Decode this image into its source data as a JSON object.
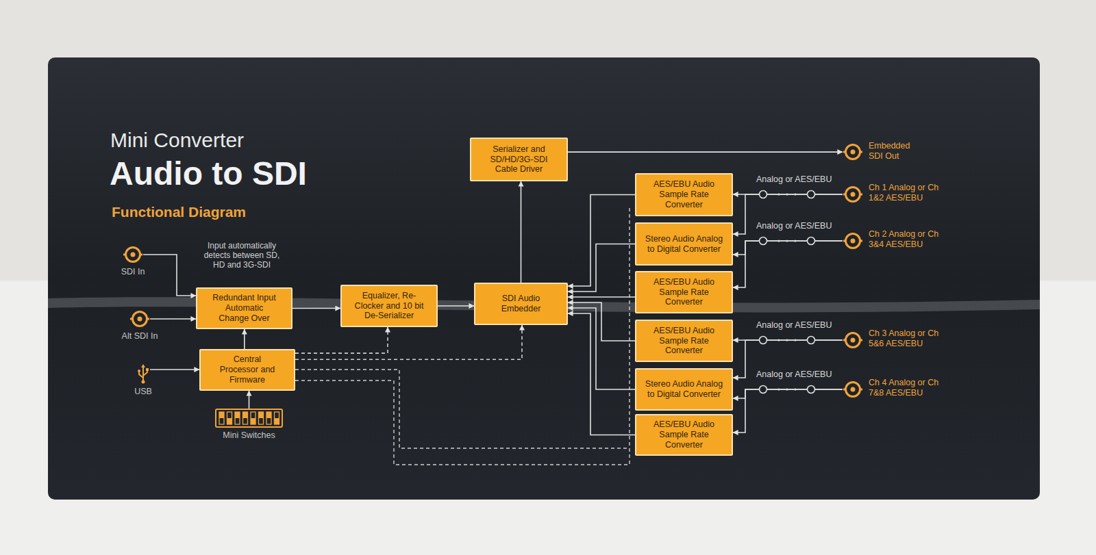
{
  "diagram": {
    "title": "Audio to SDI",
    "nodes": [
      {
        "text": [
          "SDI In"
        ]
      },
      {
        "text": [
          "Alt SDI In"
        ]
      },
      {
        "text": [
          "USB"
        ]
      },
      {
        "text": [
          "Mini Switches"
        ]
      },
      {
        "text": [
          "Redundant Input Automatic Change Over"
        ]
      },
      {
        "text": [
          "Central Processor and Firmware"
        ]
      },
      {
        "text": [
          "Equalizer, Re-Clocker and 10 bit De-Serializer"
        ]
      },
      {
        "text": [
          "SDI Audio Embedder"
        ]
      },
      {
        "text": [
          "Serializer and SD/HD/3G-SDI Cable Driver"
        ]
      },
      {
        "text": [
          "Embedded SDI Out"
        ]
      },
      {
        "text": [
          "AES/EBU Audio Sample Rate Converter"
        ]
      },
      {
        "text": [
          "Stereo Audio Analog to Digital Converter"
        ]
      },
      {
        "text": [
          "AES/EBU Audio Sample Rate Converter"
        ]
      },
      {
        "text": [
          "AES/EBU Audio Sample Rate Converter"
        ]
      },
      {
        "text": [
          "Stereo Audio Analog to Digital Converter"
        ]
      },
      {
        "text": [
          "AES/EBU Audio Sample Rate Converter"
        ]
      },
      {
        "text": [
          "Ch 1 Analog or Ch 1&2 AES/EBU"
        ]
      },
      {
        "text": [
          "Ch 2 Analog or Ch 3&4 AES/EBU"
        ]
      },
      {
        "text": [
          "Ch 3 Analog or Ch 5&6 AES/EBU"
        ]
      },
      {
        "text": [
          "Ch 4 Analog or Ch 7&8 AES/EBU"
        ]
      }
    ],
    "edges": [
      {
        "from": 0,
        "to": 4,
        "arrow": "to"
      },
      {
        "from": 1,
        "to": 4,
        "arrow": "to"
      },
      {
        "from": 2,
        "to": 5,
        "arrow": "to"
      },
      {
        "from": 3,
        "to": 5,
        "arrow": "to"
      },
      {
        "from": 5,
        "to": 4,
        "arrow": "to"
      },
      {
        "from": 4,
        "to": 6,
        "arrow": "to"
      },
      {
        "from": 6,
        "to": 7,
        "arrow": "to"
      },
      {
        "from": 5,
        "to": 6,
        "arrow": "to"
      },
      {
        "from": 5,
        "to": 7,
        "arrow": "to"
      },
      {
        "from": 7,
        "to": 8,
        "arrow": "to"
      },
      {
        "from": 8,
        "to": 9,
        "arrow": "to"
      },
      {
        "from": 10,
        "to": 7,
        "arrow": "to"
      },
      {
        "from": 11,
        "to": 7,
        "arrow": "to"
      },
      {
        "from": 12,
        "to": 7,
        "arrow": "to"
      },
      {
        "from": 13,
        "to": 7,
        "arrow": "to"
      },
      {
        "from": 14,
        "to": 7,
        "arrow": "to"
      },
      {
        "from": 15,
        "to": 7,
        "arrow": "to"
      },
      {
        "from": 16,
        "to": 10,
        "arrow": "to"
      },
      {
        "from": 16,
        "to": 11,
        "arrow": "to"
      },
      {
        "from": 17,
        "to": 11,
        "arrow": "to"
      },
      {
        "from": 17,
        "to": 12,
        "arrow": "to"
      },
      {
        "from": 18,
        "to": 13,
        "arrow": "to"
      },
      {
        "from": 18,
        "to": 14,
        "arrow": "to"
      },
      {
        "from": 19,
        "to": 14,
        "arrow": "to"
      },
      {
        "from": 19,
        "to": 15,
        "arrow": "to"
      }
    ],
    "labels": [
      "Mini Converter",
      "Functional Diagram",
      "Input automatically detects between SD, HD and 3G-SDI",
      "Analog or AES/EBU",
      "Analog or AES/EBU",
      "Analog or AES/EBU",
      "Analog or AES/EBU"
    ]
  }
}
